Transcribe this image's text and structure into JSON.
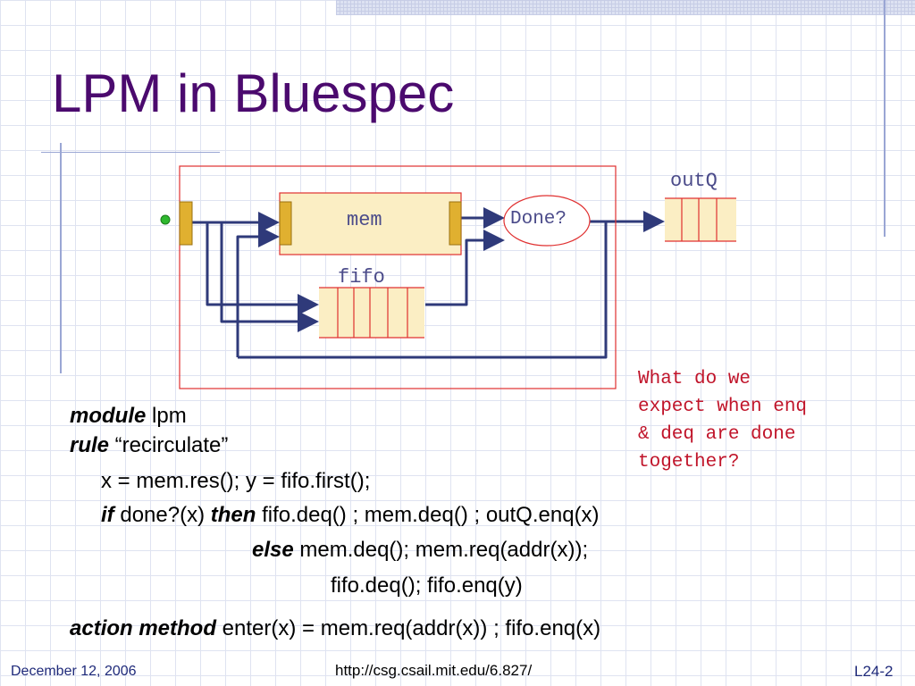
{
  "slide": {
    "title": "LPM in Bluespec"
  },
  "diagram": {
    "mem_label": "mem",
    "fifo_label": "fifo",
    "outq_label": "outQ",
    "done_label": "Done?",
    "question": "What do we\nexpect when enq\n& deq are done\ntogether?"
  },
  "code": {
    "line1_kw": "module",
    "line1_rest": " lpm",
    "line2_kw": "rule",
    "line2_rest": " “recirculate”",
    "line3": "x = mem.res(); y = fifo.first();",
    "line4_kw1": "if",
    "line4_mid": " done?(x) ",
    "line4_kw2": "then",
    "line4_rest": " fifo.deq() ; mem.deq() ; outQ.enq(x)",
    "line5_kw": "else",
    "line5_rest": "  mem.deq(); mem.req(addr(x));",
    "line6": "fifo.deq(); fifo.enq(y)",
    "line7_kw": "action method",
    "line7_rest": "  enter(x) = mem.req(addr(x)) ; fifo.enq(x)"
  },
  "footer": {
    "date": "December 12, 2006",
    "url": "http://csg.csail.mit.edu/6.827/",
    "page": "L24-2"
  },
  "colors": {
    "title": "#4b0a6e",
    "box_border": "#e03030",
    "mem_fill": "#fbeec4",
    "port_fill": "#e0b030",
    "arrow": "#2f3a7a",
    "question": "#c0142a",
    "dot": "#2eb82e"
  }
}
